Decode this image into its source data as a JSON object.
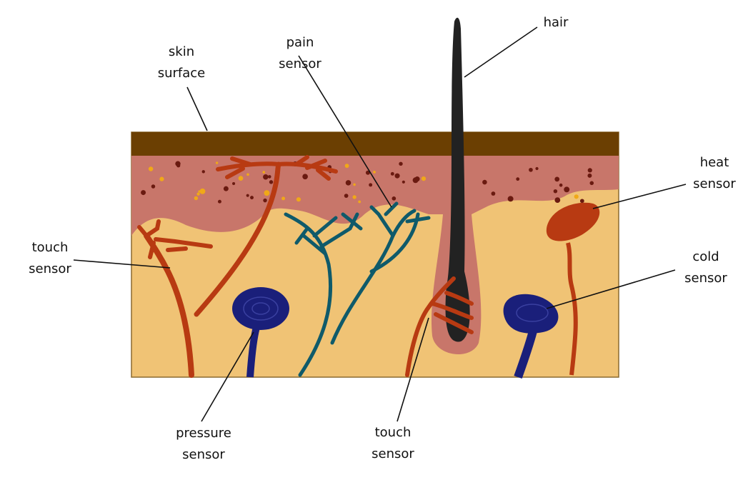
{
  "labels": {
    "skin_surface": [
      "skin",
      "surface"
    ],
    "pain_sensor": [
      "pain",
      "sensor"
    ],
    "hair": "hair",
    "heat_sensor": [
      "heat",
      "sensor"
    ],
    "touch_sensor_left": [
      "touch",
      "sensor"
    ],
    "cold_sensor": [
      "cold",
      "sensor"
    ],
    "pressure_sensor": [
      "pressure",
      "sensor"
    ],
    "touch_sensor_bottom": [
      "touch",
      "sensor"
    ]
  },
  "colors": {
    "epidermis_surface": "#6b3f02",
    "dermis_upper": "#c8766a",
    "dermis_lower": "#f0c375",
    "touch_nerve": "#b83a12",
    "pain_nerve": "#0f5a6a",
    "pressure_cold": "#1a1f7a",
    "hair": "#222222"
  }
}
